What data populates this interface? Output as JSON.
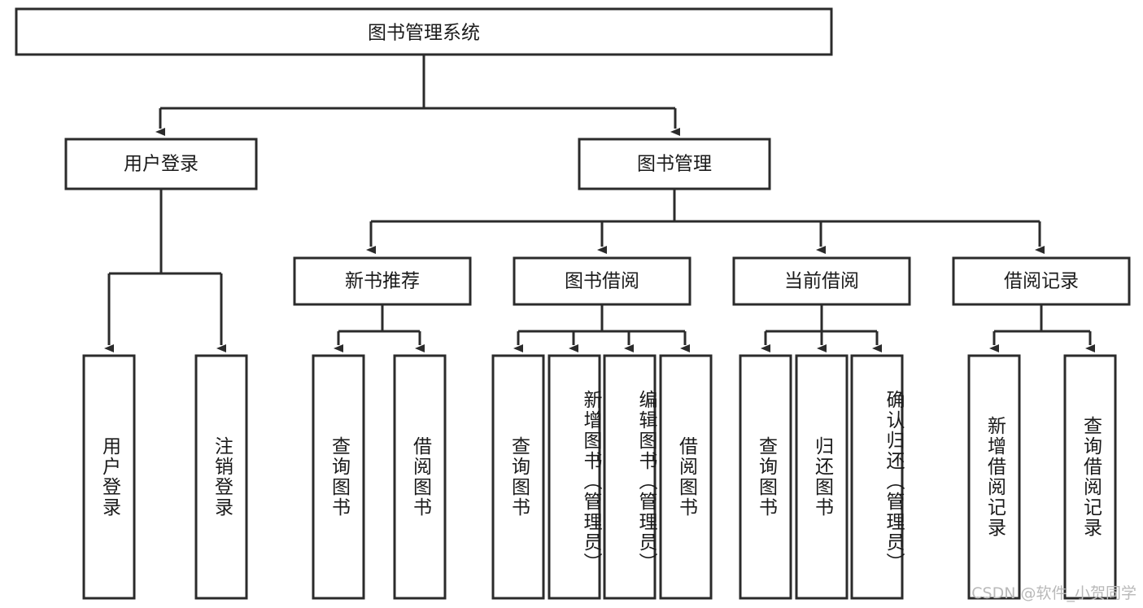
{
  "diagram": {
    "type": "tree-hierarchy",
    "title_node": "图书管理系统",
    "background_color": "#ffffff",
    "line_color": "#2b2b2b",
    "box_fill": "#ffffff",
    "text_color": "#1a1a1a",
    "level1": {
      "label": "图书管理系统"
    },
    "level2": [
      {
        "label": "用户登录"
      },
      {
        "label": "图书管理"
      }
    ],
    "level3": [
      {
        "label": "新书推荐"
      },
      {
        "label": "图书借阅"
      },
      {
        "label": "当前借阅"
      },
      {
        "label": "借阅记录"
      }
    ],
    "leaves": {
      "user_login": [
        {
          "label": "用户登录"
        },
        {
          "label": "注销登录"
        }
      ],
      "new_book_recommend": [
        {
          "label": "查询图书"
        },
        {
          "label": "借阅图书"
        }
      ],
      "book_borrow": [
        {
          "label": "查询图书"
        },
        {
          "label": "新增图书（管理员）"
        },
        {
          "label": "编辑图书（管理员）"
        },
        {
          "label": "借阅图书"
        }
      ],
      "current_borrow": [
        {
          "label": "查询图书"
        },
        {
          "label": "归还图书"
        },
        {
          "label": "确认归还（管理员）"
        }
      ],
      "borrow_record": [
        {
          "label": "新增借阅记录"
        },
        {
          "label": "查询借阅记录"
        }
      ]
    }
  },
  "watermark": {
    "text": "CSDN @软件_小贺同学",
    "color": "#b9b9b9"
  }
}
